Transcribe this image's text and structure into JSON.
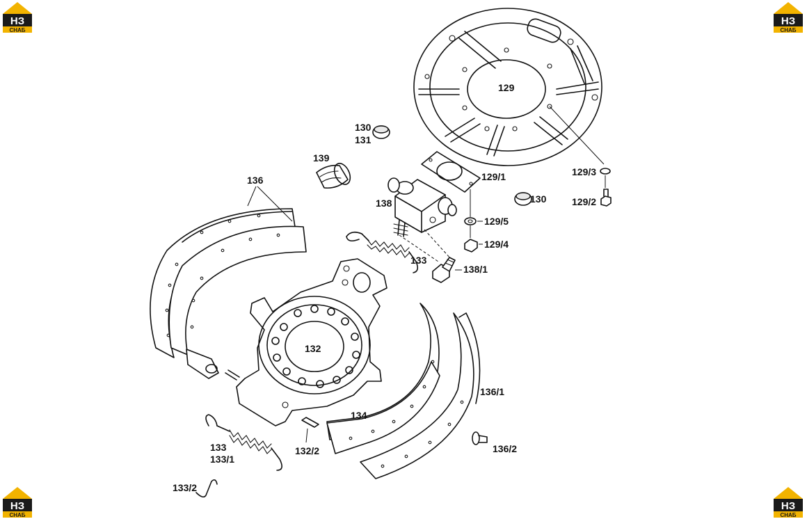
{
  "logo": {
    "top": "НЗ",
    "bottom": "СНАБ",
    "colors": {
      "roof": "#f2b300",
      "dark": "#1a1a1a",
      "text": "#ffffff"
    }
  },
  "labels": {
    "p129": "129",
    "p129_1": "129/1",
    "p129_2": "129/2",
    "p129_3": "129/3",
    "p129_4": "129/4",
    "p129_5": "129/5",
    "p130a": "130",
    "p131": "131",
    "p130b": "130",
    "p132": "132",
    "p132_2": "132/2",
    "p133a": "133",
    "p133b": "133",
    "p133_1": "133/1",
    "p133_2": "133/2",
    "p134": "134",
    "p136": "136",
    "p136_1": "136/1",
    "p136_2": "136/2",
    "p138": "138",
    "p138_1": "138/1",
    "p139": "139"
  }
}
